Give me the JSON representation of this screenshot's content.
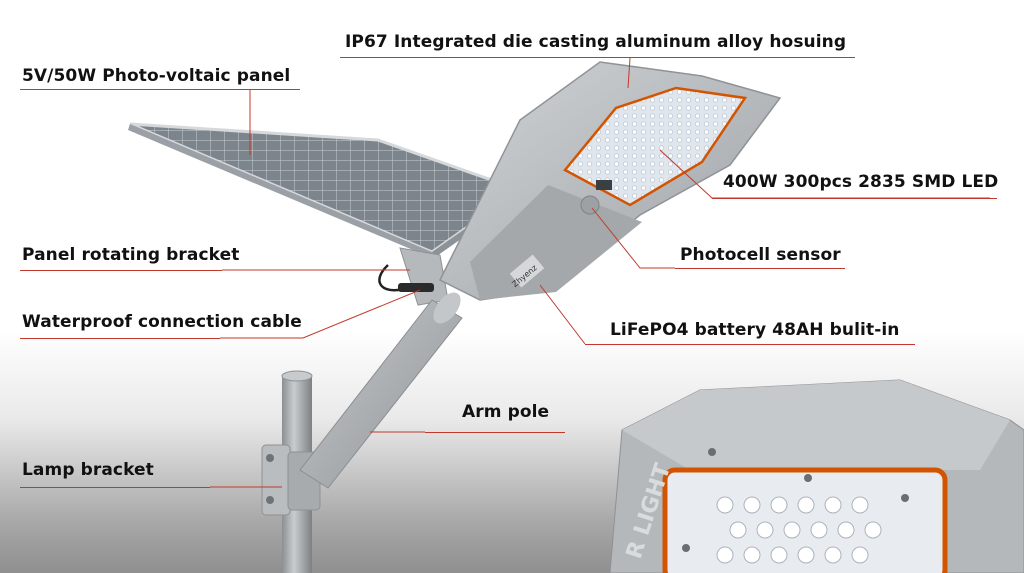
{
  "labels": {
    "housing": "IP67 Integrated die casting aluminum alloy hosuing",
    "panel": "5V/50W Photo-voltaic panel",
    "led": "400W 300pcs 2835 SMD LED",
    "rotating_bracket": "Panel rotating bracket",
    "photocell": "Photocell sensor",
    "cable": "Waterproof connection cable",
    "battery": "LiFePO4 battery 48AH bulit-in",
    "arm_pole": "Arm pole",
    "lamp_bracket": "Lamp bracket"
  },
  "product_text": {
    "lamp_brand": "Zhyenz",
    "lens_text": "R LIGHT"
  },
  "colors": {
    "leader_line": "#c0392b",
    "housing": "#b8bcbf",
    "pole": "#a9adb0",
    "led_border": "#d35400"
  }
}
